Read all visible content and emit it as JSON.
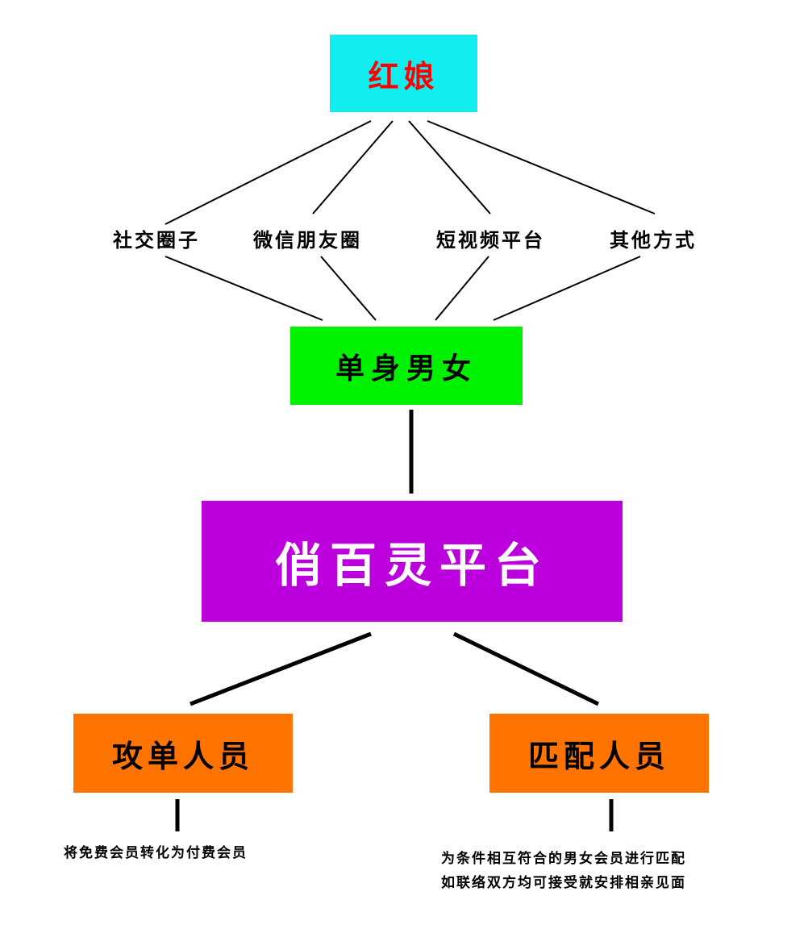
{
  "nodes": {
    "matchmaker": {
      "label": "红娘",
      "bg": "#11eef0",
      "fg": "#ff0000"
    },
    "singles": {
      "label": "单身男女",
      "bg": "#00f200",
      "fg": "#000000"
    },
    "platform": {
      "label": "俏百灵平台",
      "bg": "#bb00dd",
      "fg": "#ffffff"
    },
    "attack": {
      "label": "攻单人员",
      "bg": "#ff7300",
      "fg": "#000000"
    },
    "match": {
      "label": "匹配人员",
      "bg": "#ff7300",
      "fg": "#000000"
    }
  },
  "channels": [
    "社交圈子",
    "微信朋友圈",
    "短视频平台",
    "其他方式"
  ],
  "notes": {
    "attack": "将免费会员转化为付费会员",
    "match": [
      "为条件相互符合的男女会员进行匹配",
      "如联络双方均可接受就安排相亲见面"
    ]
  }
}
